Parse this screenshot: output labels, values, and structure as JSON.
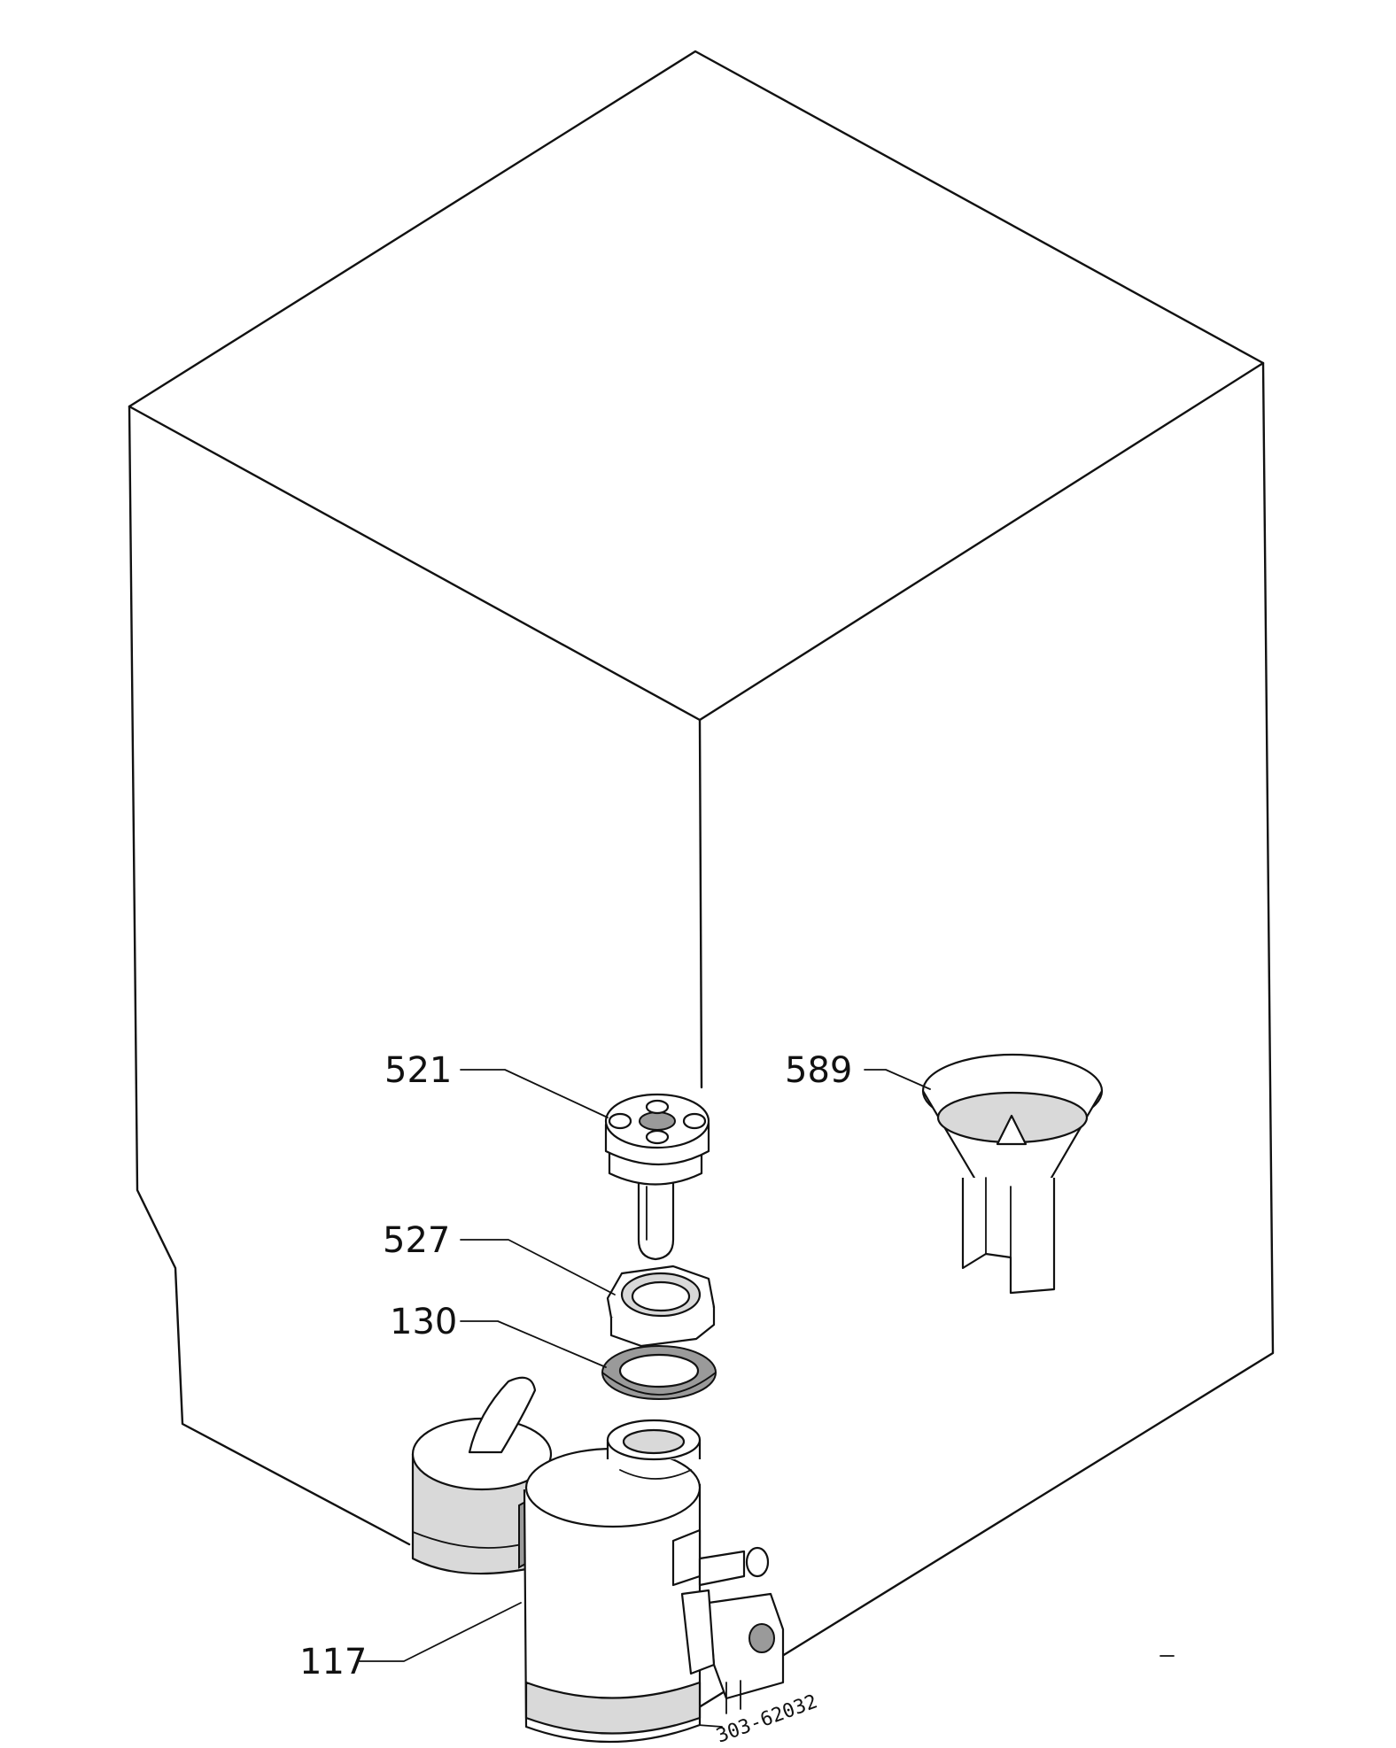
{
  "diagram": {
    "callouts": [
      {
        "id": "521",
        "label": "521"
      },
      {
        "id": "527",
        "label": "527"
      },
      {
        "id": "130",
        "label": "130"
      },
      {
        "id": "117",
        "label": "117"
      },
      {
        "id": "589",
        "label": "589"
      }
    ],
    "drawing_code": "303-62032"
  }
}
